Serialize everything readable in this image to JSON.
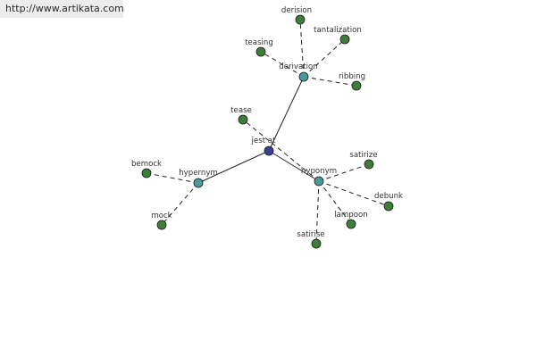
{
  "site": {
    "url": "http://www.artikata.com"
  },
  "graph": {
    "colors": {
      "root": "#3a3f96",
      "branch": "#4a9aa0",
      "leaf": "#3f7e3a",
      "stroke": "#1a1a1a",
      "edge": "#222222"
    },
    "nodes": [
      {
        "id": "jest",
        "label": "jest at",
        "kind": "root"
      },
      {
        "id": "derivation",
        "label": "derivation",
        "kind": "branch"
      },
      {
        "id": "hypernym",
        "label": "hypernym",
        "kind": "branch"
      },
      {
        "id": "hyponym",
        "label": "hyponym",
        "kind": "branch"
      },
      {
        "id": "derision",
        "label": "derision",
        "kind": "leaf"
      },
      {
        "id": "tantalization",
        "label": "tantalization",
        "kind": "leaf"
      },
      {
        "id": "teasing",
        "label": "teasing",
        "kind": "leaf"
      },
      {
        "id": "ribbing",
        "label": "ribbing",
        "kind": "leaf"
      },
      {
        "id": "tease",
        "label": "tease",
        "kind": "leaf"
      },
      {
        "id": "bemock",
        "label": "bemock",
        "kind": "leaf"
      },
      {
        "id": "mock",
        "label": "mock",
        "kind": "leaf"
      },
      {
        "id": "satirize",
        "label": "satirize",
        "kind": "leaf"
      },
      {
        "id": "debunk",
        "label": "debunk",
        "kind": "leaf"
      },
      {
        "id": "lampoon",
        "label": "lampoon",
        "kind": "leaf"
      },
      {
        "id": "satirise",
        "label": "satirise",
        "kind": "leaf"
      }
    ],
    "edges": [
      {
        "from": "jest",
        "to": "derivation",
        "style": "solid"
      },
      {
        "from": "jest",
        "to": "hypernym",
        "style": "solid"
      },
      {
        "from": "jest",
        "to": "hyponym",
        "style": "solid"
      },
      {
        "from": "derivation",
        "to": "derision",
        "style": "dashed"
      },
      {
        "from": "derivation",
        "to": "tantalization",
        "style": "dashed"
      },
      {
        "from": "derivation",
        "to": "teasing",
        "style": "dashed"
      },
      {
        "from": "derivation",
        "to": "ribbing",
        "style": "dashed"
      },
      {
        "from": "hyponym",
        "to": "tease",
        "style": "dashed"
      },
      {
        "from": "hypernym",
        "to": "bemock",
        "style": "dashed"
      },
      {
        "from": "hypernym",
        "to": "mock",
        "style": "dashed"
      },
      {
        "from": "hyponym",
        "to": "satirize",
        "style": "dashed"
      },
      {
        "from": "hyponym",
        "to": "debunk",
        "style": "dashed"
      },
      {
        "from": "hyponym",
        "to": "lampoon",
        "style": "dashed"
      },
      {
        "from": "hyponym",
        "to": "satirise",
        "style": "dashed"
      }
    ]
  }
}
